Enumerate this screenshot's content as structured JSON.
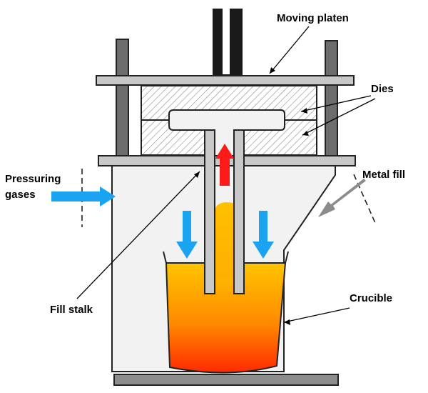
{
  "labels": {
    "moving_platen": "Moving platen",
    "dies": "Dies",
    "pressuring_gases_line1": "Pressuring",
    "pressuring_gases_line2": "gases",
    "metal_fill": "Metal fill",
    "fill_stalk": "Fill stalk",
    "crucible": "Crucible"
  },
  "colors": {
    "frame_gray": "#6d6d6d",
    "platen_gray": "#c8c8c8",
    "chamber_fill": "#f2f2f2",
    "gas_arrow": "#1aa3f0",
    "metal_fill_arrow": "#8c8c8c",
    "rising_metal_arrow": "#ff1a1a",
    "molten_top": "#ffc400",
    "molten_bottom": "#ff2a00"
  }
}
